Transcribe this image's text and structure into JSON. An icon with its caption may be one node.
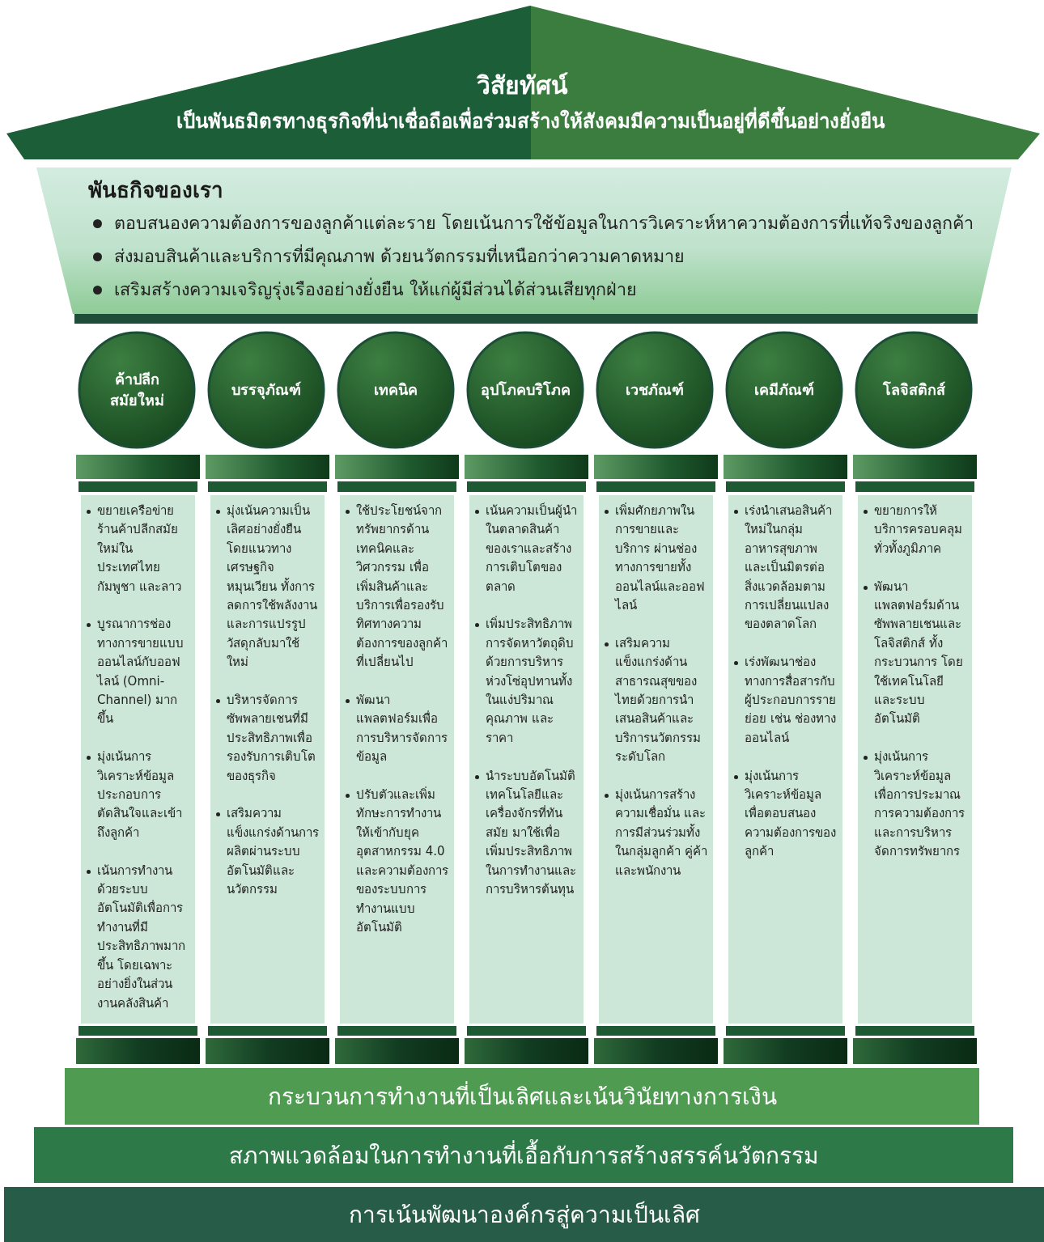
{
  "diagram": {
    "nodes": [
      {
        "text": [
          "วิสัยทัศน์",
          "เป็นพันธมิตรทางธุรกิจที่น่าเชื่อถือเพื่อร่วมสร้างให้สังคมมีความเป็นอยู่ที่ดีขึ้นอย่างยั่งยืน"
        ]
      },
      {
        "text": [
          "พันธกิจของเรา",
          "ตอบสนองความต้องการของลูกค้าแต่ละราย โดยเน้นการใช้ข้อมูลในการวิเคราะห์หาความต้องการที่แท้จริงของลูกค้า",
          "ส่งมอบสินค้าและบริการที่มีคุณภาพ ด้วยนวัตกรรมที่เหนือกว่าความคาดหมาย",
          "เสริมสร้างความเจริญรุ่งเรืองอย่างยั่งยืน ให้แก่ผู้มีส่วนได้ส่วนเสียทุกฝ่าย"
        ]
      },
      {
        "text": [
          "ค้าปลีกสมัยใหม่"
        ]
      },
      {
        "text": [
          "บรรจุภัณฑ์"
        ]
      },
      {
        "text": [
          "เทคนิค"
        ]
      },
      {
        "text": [
          "อุปโภคบริโภค"
        ]
      },
      {
        "text": [
          "เวชภัณฑ์"
        ]
      },
      {
        "text": [
          "เคมีภัณฑ์"
        ]
      },
      {
        "text": [
          "โลจิสติกส์"
        ]
      },
      {
        "text": [
          "ขยายเครือข่ายร้านค้าปลีกสมัยใหม่ในประเทศไทย กัมพูชา และลาว",
          "บูรณาการช่องทางการขายแบบออนไลน์กับออฟไลน์ (Omni-Channel) มากขึ้น",
          "มุ่งเน้นการวิเคราะห์ข้อมูลประกอบการตัดสินใจและเข้าถึงลูกค้า",
          "เน้นการทำงานด้วยระบบอัตโนมัติเพื่อการทำงานที่มีประสิทธิภาพมากขึ้น โดยเฉพาะอย่างยิ่งในส่วนงานคลังสินค้า"
        ]
      },
      {
        "text": [
          "มุ่งเน้นความเป็นเลิศอย่างยั่งยืนโดยแนวทางเศรษฐกิจหมุนเวียน ทั้งการลดการใช้พลังงานและการแปรรูปวัสดุกลับมาใช้ใหม่",
          "บริหารจัดการซัพพลายเชนที่มีประสิทธิภาพเพื่อรองรับการเติบโตของธุรกิจ",
          "เสริมความแข็งแกร่งด้านการผลิตผ่านระบบอัตโนมัติและนวัตกรรม"
        ]
      },
      {
        "text": [
          "ใช้ประโยชน์จากทรัพยากรด้านเทคนิคและวิศวกรรม เพื่อเพิ่มสินค้าและบริการเพื่อรองรับทิศทางความต้องการของลูกค้าที่เปลี่ยนไป",
          "พัฒนาแพลตฟอร์มเพื่อการบริหารจัดการข้อมูล",
          "ปรับตัวและเพิ่มทักษะการทำงานให้เข้ากับยุคอุตสาหกรรม 4.0 และความต้องการของระบบการทำงานแบบอัตโนมัติ"
        ]
      },
      {
        "text": [
          "เน้นความเป็นผู้นำในตลาดสินค้าของเราและสร้างการเติบโตของตลาด",
          "เพิ่มประสิทธิภาพการจัดหาวัตถุดิบด้วยการบริหารห่วงโซ่อุปทานทั้งในแง่ปริมาณ คุณภาพ และราคา",
          "นำระบบอัตโนมัติเทคโนโลยีและเครื่องจักรที่ทันสมัย มาใช้เพื่อเพิ่มประสิทธิภาพในการทำงานและการบริหารต้นทุน"
        ]
      },
      {
        "text": [
          "เพิ่มศักยภาพในการขายและบริการ ผ่านช่องทางการขายทั้งออนไลน์และออฟไลน์",
          "เสริมความแข็งแกร่งด้านสาธารณสุขของไทยด้วยการนำเสนอสินค้าและบริการนวัตกรรมระดับโลก",
          "มุ่งเน้นการสร้างความเชื่อมั่น และการมีส่วนร่วมทั้งในกลุ่มลูกค้า คู่ค้า และพนักงาน"
        ]
      },
      {
        "text": [
          "เร่งนำเสนอสินค้าใหม่ในกลุ่มอาหารสุขภาพ และเป็นมิตรต่อสิ่งแวดล้อมตามการเปลี่ยนแปลงของตลาดโลก",
          "เร่งพัฒนาช่องทางการสื่อสารกับผู้ประกอบการรายย่อย เช่น ช่องทางออนไลน์",
          "มุ่งเน้นการวิเคราะห์ข้อมูลเพื่อตอบสนองความต้องการของลูกค้า"
        ]
      },
      {
        "text": [
          "ขยายการให้บริการครอบคลุมทั่วทั้งภูมิภาค",
          "พัฒนาแพลตฟอร์มด้านซัพพลายเชนและโลจิสติกส์ ทั้งกระบวนการ โดยใช้เทคโนโลยี และระบบอัตโนมัติ",
          "มุ่งเน้นการวิเคราะห์ข้อมูลเพื่อการประมาณการความต้องการและการบริหารจัดการทรัพยากร"
        ]
      },
      {
        "text": [
          "กระบวนการทำงานที่เป็นเลิศและเน้นวินัยทางการเงิน"
        ]
      },
      {
        "text": [
          "สภาพแวดล้อมในการทำงานที่เอื้อกับการสร้างสรรค์นวัตกรรม"
        ]
      },
      {
        "text": [
          "การเน้นพัฒนาองค์กรสู่ความเป็นเลิศ"
        ]
      }
    ]
  }
}
